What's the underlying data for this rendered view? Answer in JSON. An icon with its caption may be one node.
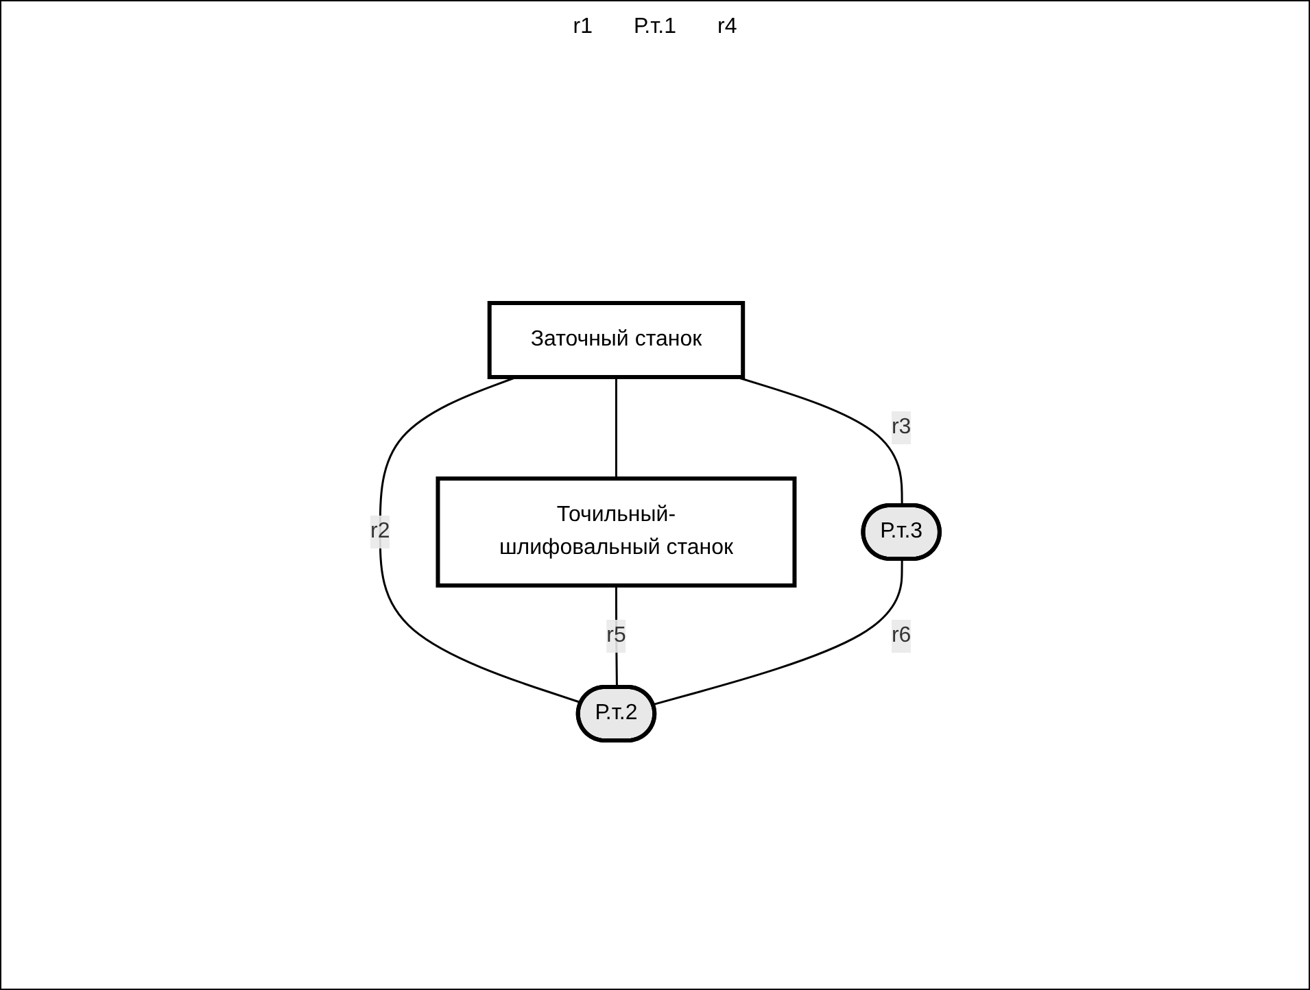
{
  "diagram": {
    "nodes": [
      {
        "text": [
          "Заточный станок"
        ]
      },
      {
        "text": [
          "Точильный-шлифовальный станок"
        ]
      },
      {
        "text": [
          "Р.т.2"
        ]
      },
      {
        "text": [
          "Р.т.3"
        ]
      }
    ],
    "edges": [
      {
        "from": 0,
        "to": 1,
        "arrow": "none"
      },
      {
        "from": 0,
        "to": 2,
        "arrow": "none",
        "label": "r2"
      },
      {
        "from": 1,
        "to": 2,
        "arrow": "none",
        "label": "r5"
      },
      {
        "from": 0,
        "to": 3,
        "arrow": "none",
        "label": "r3"
      },
      {
        "from": 3,
        "to": 2,
        "arrow": "none",
        "label": "r6"
      }
    ],
    "labels": [
      "r1",
      "Р.т.1",
      "r4"
    ]
  }
}
